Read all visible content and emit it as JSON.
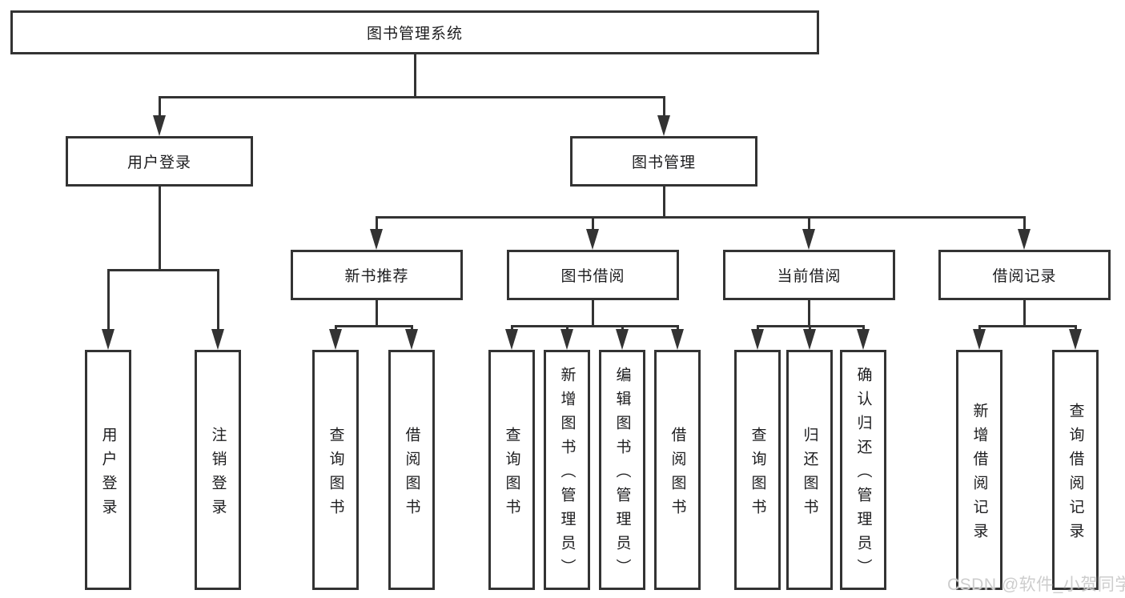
{
  "diagram": {
    "root": {
      "label": "图书管理系统"
    },
    "branches": [
      {
        "label": "用户登录",
        "children": [
          {
            "label": "用户登录"
          },
          {
            "label": "注销登录"
          }
        ]
      },
      {
        "label": "图书管理",
        "children": [
          {
            "label": "新书推荐",
            "children": [
              {
                "label": "查询图书"
              },
              {
                "label": "借阅图书"
              }
            ]
          },
          {
            "label": "图书借阅",
            "children": [
              {
                "label": "查询图书"
              },
              {
                "label": "新增图书（管理员）"
              },
              {
                "label": "编辑图书（管理员）"
              },
              {
                "label": "借阅图书"
              }
            ]
          },
          {
            "label": "当前借阅",
            "children": [
              {
                "label": "查询图书"
              },
              {
                "label": "归还图书"
              },
              {
                "label": "确认归还（管理员）"
              }
            ]
          },
          {
            "label": "借阅记录",
            "children": [
              {
                "label": "新增借阅记录"
              },
              {
                "label": "查询借阅记录"
              }
            ]
          }
        ]
      }
    ]
  },
  "watermark": {
    "label": "CSDN @软件_小贺同学"
  },
  "colors": {
    "line": "#333333",
    "text": "#1d1d1f",
    "watermark": "#cdcdcd",
    "background": "#ffffff"
  }
}
